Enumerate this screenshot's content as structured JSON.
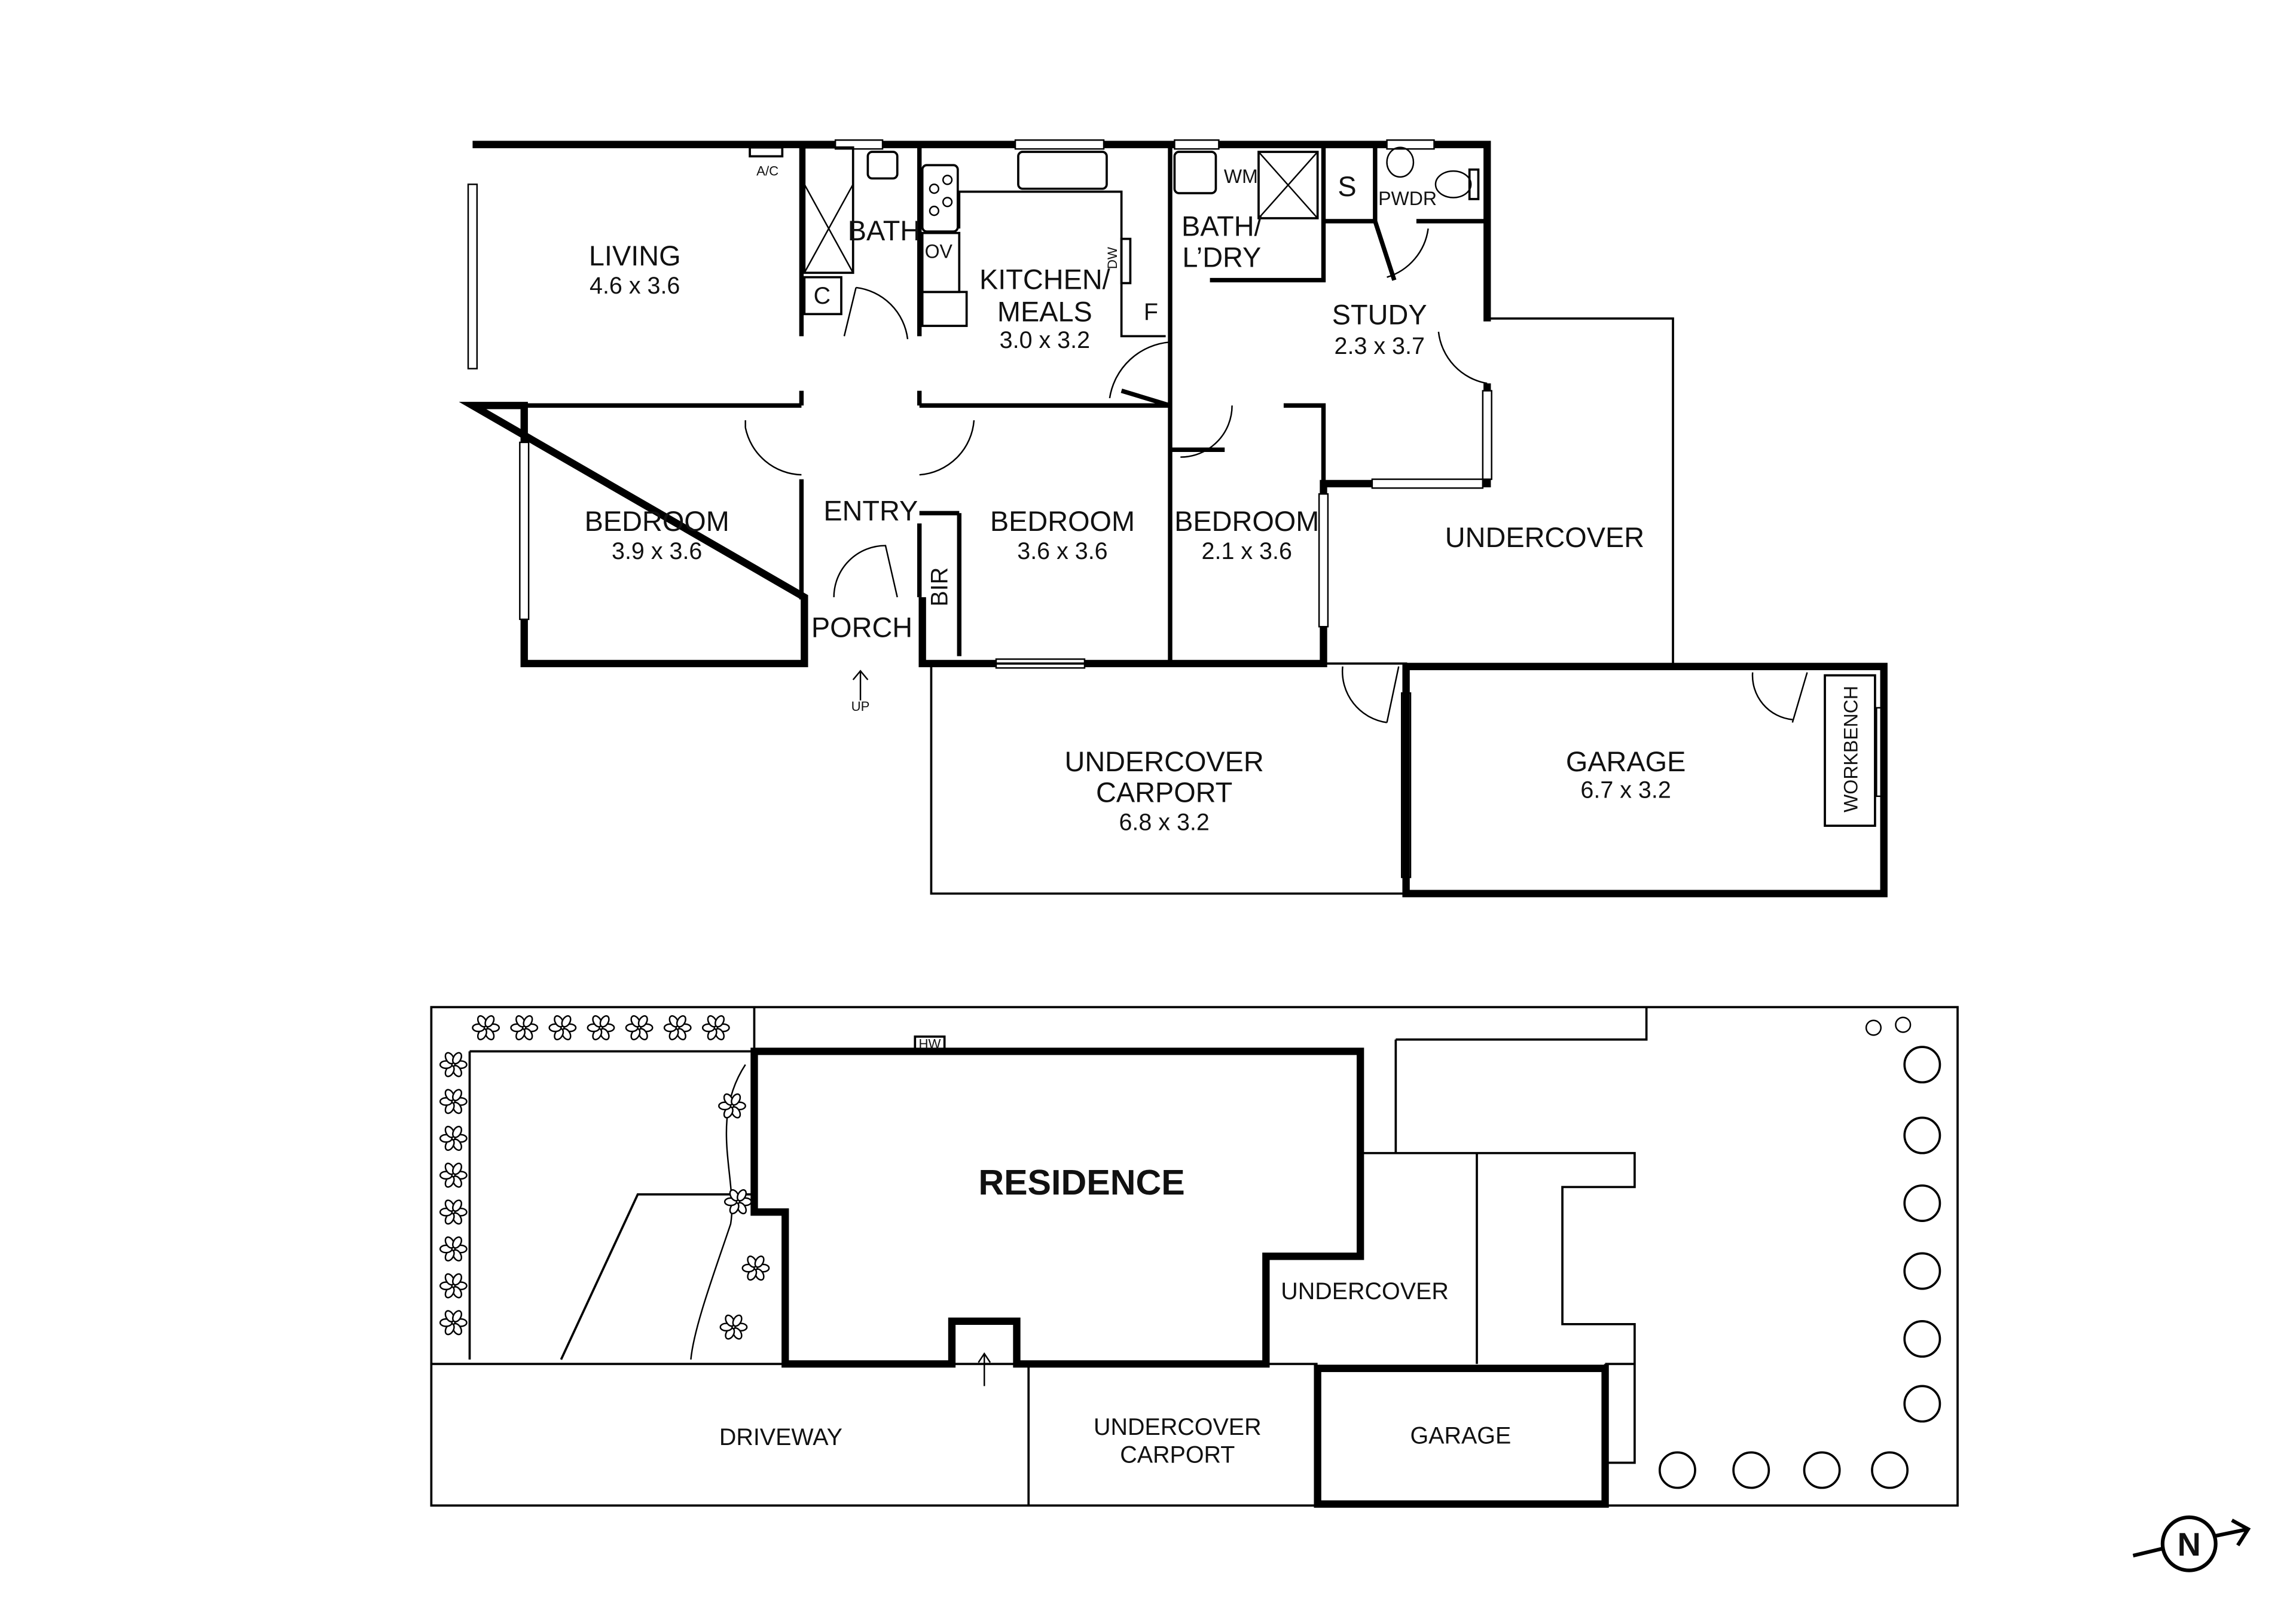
{
  "floor_plan": {
    "rooms": [
      {
        "name": "LIVING",
        "size": "4.6 x 3.6"
      },
      {
        "name": "KITCHEN/",
        "name2": "MEALS",
        "size": "3.0 x 3.2"
      },
      {
        "name": "STUDY",
        "size": "2.3 x 3.7"
      },
      {
        "name": "BEDROOM",
        "size": "3.9 x 3.6"
      },
      {
        "name": "BEDROOM",
        "size": "3.6 x 3.6"
      },
      {
        "name": "BEDROOM",
        "size": "2.1 x 3.6"
      },
      {
        "name": "UNDERCOVER",
        "name2": "CARPORT",
        "size": "6.8 x 3.2"
      },
      {
        "name": "GARAGE",
        "size": "6.7 x 3.2"
      }
    ],
    "labels": {
      "bath": "BATH",
      "bath_ldry_1": "BATH/",
      "bath_ldry_2": "L’DRY",
      "entry": "ENTRY",
      "porch": "PORCH",
      "undercover": "UNDERCOVER",
      "bir": "BIR",
      "workbench": "WORKBENCH",
      "ac": "A/C",
      "c": "C",
      "ov": "OV",
      "dw": "DW",
      "f": "F",
      "wm": "WM",
      "s": "S",
      "pwdr": "PWDR",
      "up": "UP"
    }
  },
  "site_plan": {
    "residence": "RESIDENCE",
    "undercover": "UNDERCOVER",
    "driveway": "DRIVEWAY",
    "carport_1": "UNDERCOVER",
    "carport_2": "CARPORT",
    "garage": "GARAGE",
    "hw": "HW"
  },
  "compass": {
    "label": "N",
    "icon": "north-arrow-icon"
  }
}
